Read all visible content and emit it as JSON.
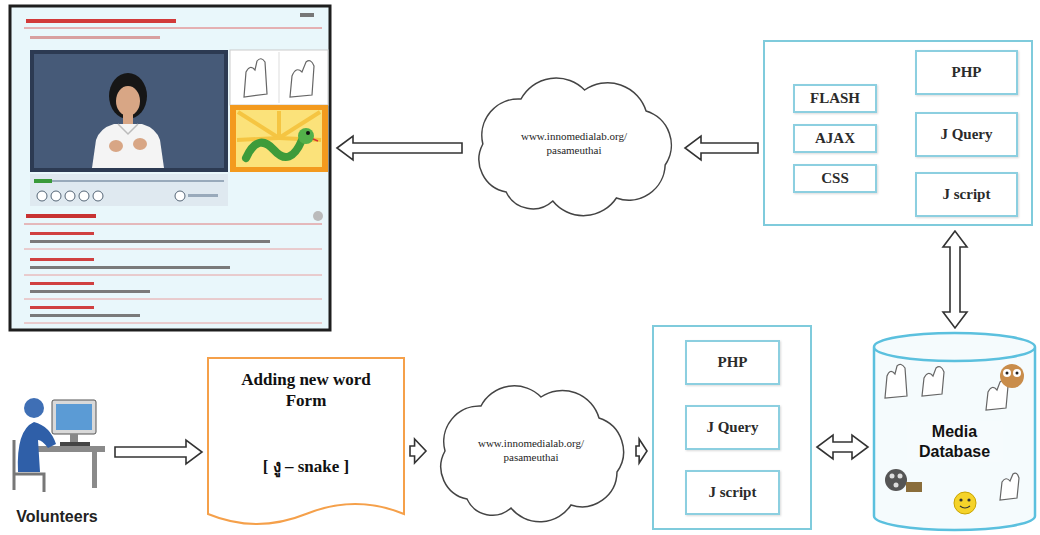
{
  "diagram": {
    "nodes": [
      {
        "text": [
          "www.innomedialab.org/ pasameuthai"
        ]
      },
      {
        "text": []
      },
      {
        "text": [
          "FLASH"
        ],
        "in": 1
      },
      {
        "text": [
          "AJAX"
        ],
        "in": 1
      },
      {
        "text": [
          "CSS"
        ],
        "in": 1
      },
      {
        "text": [
          "PHP"
        ],
        "in": 1
      },
      {
        "text": [
          "J Query"
        ],
        "in": 1
      },
      {
        "text": [
          "J script"
        ],
        "in": 1
      },
      {
        "text": [
          "Volunteers"
        ]
      },
      {
        "text": [
          "Adding new word Form",
          "[ งู – snake ]"
        ]
      },
      {
        "text": [
          "www.innomedialab.org/ pasameuthai"
        ]
      },
      {
        "text": []
      },
      {
        "text": [
          "PHP"
        ],
        "in": 11
      },
      {
        "text": [
          "J Query"
        ],
        "in": 11
      },
      {
        "text": [
          "J script"
        ],
        "in": 11
      },
      {
        "text": [
          "Media Database"
        ]
      }
    ],
    "edges": [
      {
        "from": 1,
        "to": 0,
        "arrow": "to"
      },
      {
        "from": 1,
        "to": 15,
        "arrow": "both"
      },
      {
        "from": 8,
        "to": 9,
        "arrow": "to"
      },
      {
        "from": 9,
        "to": 10,
        "arrow": "to"
      },
      {
        "from": 10,
        "to": 11,
        "arrow": "to"
      },
      {
        "from": 11,
        "to": 15,
        "arrow": "both"
      }
    ]
  }
}
